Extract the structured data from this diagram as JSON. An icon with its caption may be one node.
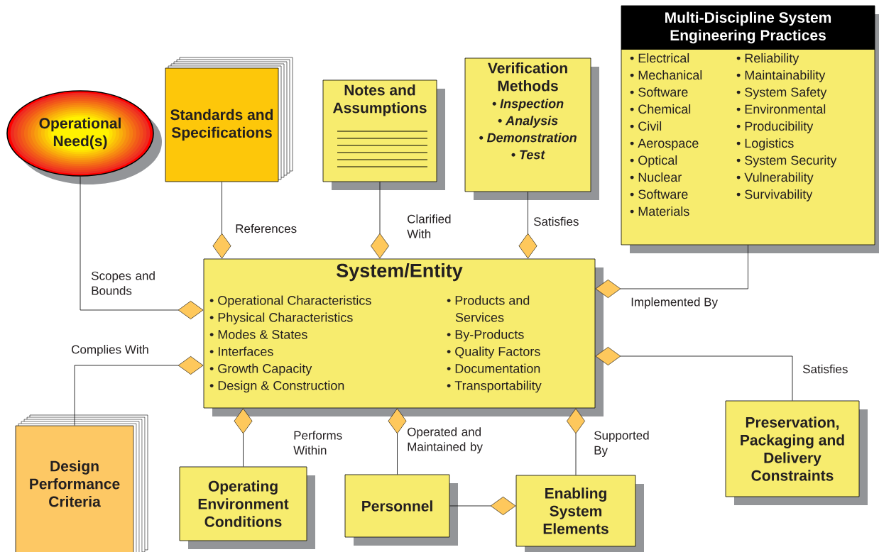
{
  "diagram": {
    "nodes": [
      {
        "text": [
          "Operational Need(s)"
        ]
      },
      {
        "text": [
          "Standards and Specifications"
        ]
      },
      {
        "text": [
          "Notes and Assumptions"
        ]
      },
      {
        "text": [
          "Verification Methods",
          "• Inspection",
          "• Analysis",
          "• Demonstration",
          "• Test"
        ]
      },
      {
        "text": [
          "Multi-Discipline System Engineering Practices",
          "• Electrical",
          "• Reliability",
          "• Mechanical",
          "• Maintainability",
          "• Software",
          "• System Safety",
          "• Chemical",
          "• Environmental",
          "• Civil",
          "• Producibility",
          "• Aerospace",
          "• Logistics",
          "• Optical",
          "• System Security",
          "• Nuclear",
          "• Vulnerability",
          "• Software",
          "• Survivability",
          "• Materials"
        ]
      },
      {
        "text": [
          "System/Entity",
          "• Operational Characteristics",
          "• Physical Characteristics",
          "• Modes & States",
          "• Interfaces",
          "• Growth Capacity",
          "• Design & Construction",
          "• Products and Services",
          "• By-Products",
          "• Quality Factors",
          "• Documentation",
          "• Transportability"
        ]
      },
      {
        "text": [
          "Design Performance Criteria"
        ]
      },
      {
        "text": [
          "Operating Environment Conditions"
        ]
      },
      {
        "text": [
          "Personnel"
        ]
      },
      {
        "text": [
          "Enabling System Elements"
        ]
      },
      {
        "text": [
          "Preservation, Packaging and Delivery Constraints"
        ]
      }
    ],
    "edges": [
      {
        "from": 0,
        "to": 5,
        "arrow": "other",
        "label": "Scopes and Bounds"
      },
      {
        "from": 1,
        "to": 5,
        "arrow": "other",
        "label": "References"
      },
      {
        "from": 2,
        "to": 5,
        "arrow": "other",
        "label": "Clarified With"
      },
      {
        "from": 3,
        "to": 5,
        "arrow": "other",
        "label": "Satisfies"
      },
      {
        "from": 4,
        "to": 5,
        "arrow": "other",
        "label": "Implemented By"
      },
      {
        "from": 6,
        "to": 5,
        "arrow": "other",
        "label": "Complies With"
      },
      {
        "from": 7,
        "to": 5,
        "arrow": "other",
        "label": "Performs Within"
      },
      {
        "from": 8,
        "to": 5,
        "arrow": "other",
        "label": "Operated and Maintained by"
      },
      {
        "from": 9,
        "to": 5,
        "arrow": "other",
        "label": "Supported By"
      },
      {
        "from": 10,
        "to": 5,
        "arrow": "other",
        "label": "Satisfies"
      },
      {
        "from": 8,
        "to": 9,
        "arrow": "other"
      }
    ]
  }
}
